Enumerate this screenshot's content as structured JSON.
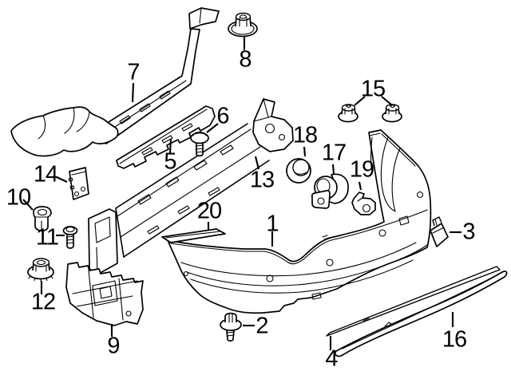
{
  "style": {
    "background": "#ffffff",
    "line_color": "#000000"
  },
  "callouts": [
    {
      "label": "1"
    },
    {
      "label": "2"
    },
    {
      "label": "3"
    },
    {
      "label": "4"
    },
    {
      "label": "5"
    },
    {
      "label": "6"
    },
    {
      "label": "7"
    },
    {
      "label": "8"
    },
    {
      "label": "9"
    },
    {
      "label": "10"
    },
    {
      "label": "11"
    },
    {
      "label": "12"
    },
    {
      "label": "13"
    },
    {
      "label": "14"
    },
    {
      "label": "15"
    },
    {
      "label": "16"
    },
    {
      "label": "17"
    },
    {
      "label": "18"
    },
    {
      "label": "19"
    },
    {
      "label": "20"
    }
  ]
}
